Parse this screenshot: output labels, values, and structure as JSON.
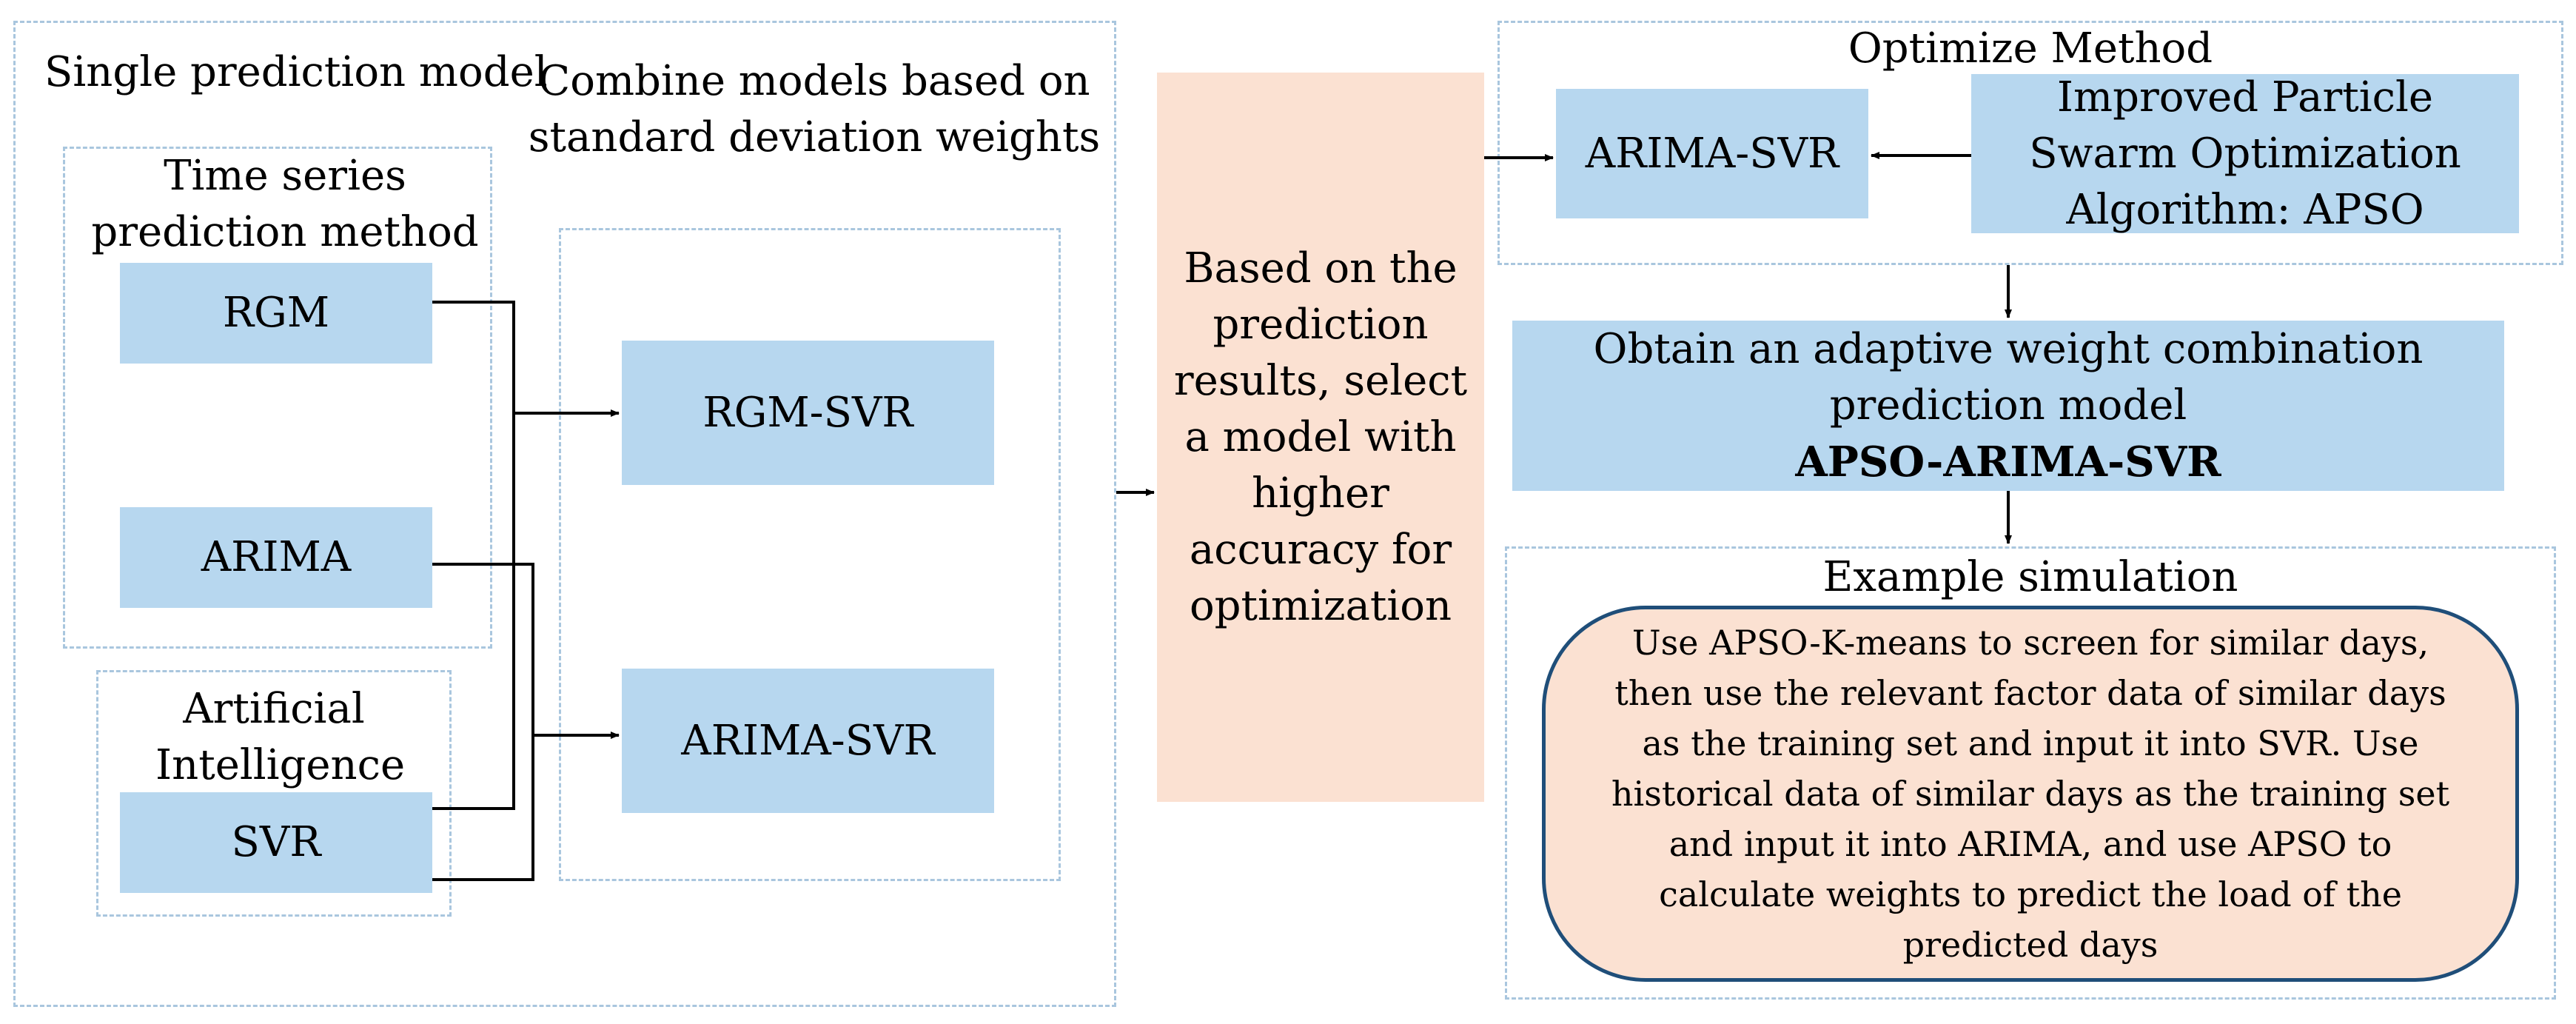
{
  "left_panel": {
    "title": "Single prediction model",
    "combine_label": "Combine models based on standard deviation weights",
    "time_series_label": "Time series prediction method",
    "ai_label": "Artificial Intelligence",
    "nodes": {
      "rgm": "RGM",
      "arima": "ARIMA",
      "svr": "SVR",
      "rgm_svr": "RGM-SVR",
      "arima_svr": "ARIMA-SVR"
    }
  },
  "middle_box": "Based on the prediction results, select a model with higher accuracy for optimization",
  "optimize": {
    "title": "Optimize Method",
    "arima_svr": "ARIMA-SVR",
    "apso": "Improved Particle Swarm Optimization Algorithm: APSO"
  },
  "obtain": {
    "text": "Obtain an adaptive weight combination prediction model",
    "bold": "APSO-ARIMA-SVR"
  },
  "example": {
    "title": "Example simulation",
    "text": "Use APSO-K-means to screen for similar days, then use the relevant factor data of similar days as the training set and input it into SVR. Use historical data of similar days as the training set and input it into ARIMA, and use APSO to calculate weights to predict the load of the predicted days"
  },
  "colors": {
    "box_blue": "#b7d7ef",
    "box_peach": "#fbe1d2",
    "dash": "#a9c6de",
    "oval_border": "#1f4e79"
  }
}
